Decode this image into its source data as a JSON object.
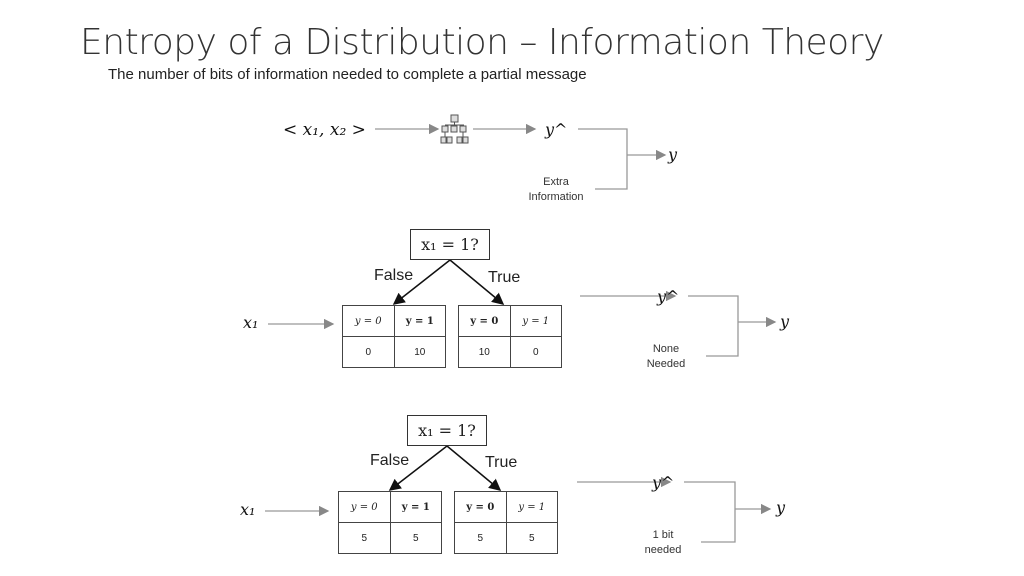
{
  "title": "Entropy of a Distribution – Information Theory",
  "subtitle": "The number of bits of information needed to complete a partial message",
  "overview": {
    "input": "< x₁, x₂ >",
    "model_icon": "decision-tree-icon",
    "prediction": "y^",
    "output": "y",
    "extra_line1": "Extra",
    "extra_line2": "Information"
  },
  "examples": [
    {
      "question": "x₁ = 1?",
      "false_label": "False",
      "true_label": "True",
      "input": "x₁",
      "prediction": "y^",
      "output": "y",
      "note_line1": "None",
      "note_line2": "Needed",
      "left_table": {
        "headers": [
          "y = 0",
          "y = 1"
        ],
        "values": [
          "0",
          "10"
        ]
      },
      "right_table": {
        "headers": [
          "y = 0",
          "y = 1"
        ],
        "values": [
          "10",
          "0"
        ]
      }
    },
    {
      "question": "x₁ = 1?",
      "false_label": "False",
      "true_label": "True",
      "input": "x₁",
      "prediction": "y^",
      "output": "y",
      "note_line1": "1 bit",
      "note_line2": "needed",
      "left_table": {
        "headers": [
          "y = 0",
          "y = 1"
        ],
        "values": [
          "5",
          "5"
        ]
      },
      "right_table": {
        "headers": [
          "y = 0",
          "y = 1"
        ],
        "values": [
          "5",
          "5"
        ]
      }
    }
  ]
}
